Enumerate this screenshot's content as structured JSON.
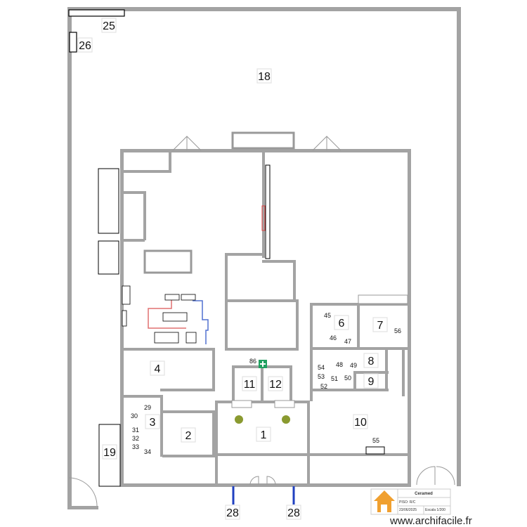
{
  "plan": {
    "rooms": [
      "25",
      "26",
      "18",
      "4",
      "3",
      "2",
      "1",
      "11",
      "12",
      "6",
      "7",
      "8",
      "9",
      "10",
      "19",
      "28",
      "28"
    ],
    "items": [
      "29",
      "30",
      "31",
      "32",
      "33",
      "34",
      "45",
      "46",
      "47",
      "48",
      "49",
      "50",
      "51",
      "52",
      "53",
      "54",
      "55",
      "56",
      "86"
    ]
  },
  "title_block": {
    "project": "Ceramed",
    "floor": "PISO: R/C",
    "date": "23/06/2025",
    "scale": "Escala 1/200",
    "logo": "house-logo"
  },
  "watermark": "www.archifacile.fr",
  "colors": {
    "wall": "#a3a3a3",
    "logo": "#f0a030",
    "pipe_red": "#e06060",
    "pipe_blue": "#4060d0",
    "marker_blue": "#2040c0",
    "first_aid": "#20a060"
  }
}
